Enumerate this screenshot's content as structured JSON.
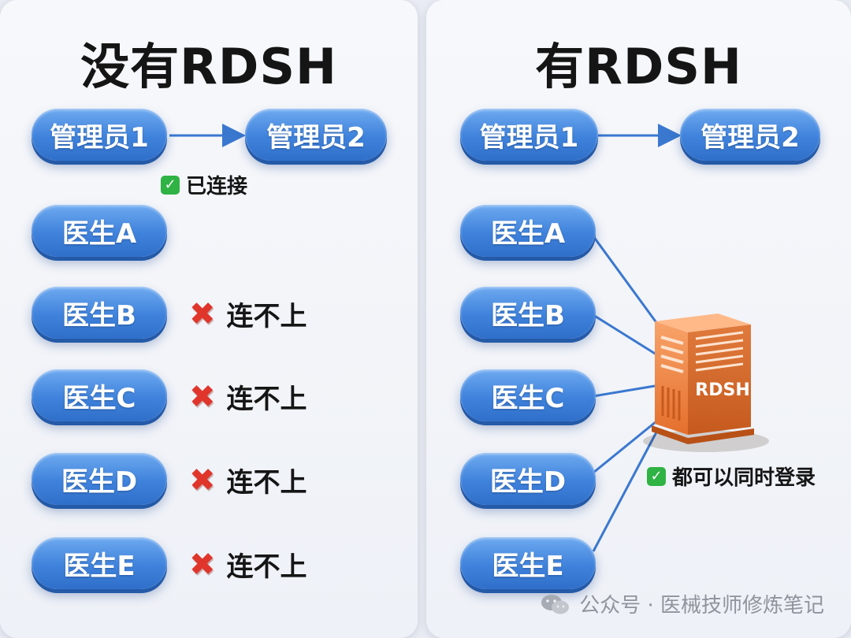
{
  "left": {
    "title": "没有RDSH",
    "admins": [
      "管理员1",
      "管理员2"
    ],
    "admin_status": "已连接",
    "doctors": [
      "医生A",
      "医生B",
      "医生C",
      "医生D",
      "医生E"
    ],
    "doctor_status": [
      "",
      "连不上",
      "连不上",
      "连不上",
      "连不上"
    ]
  },
  "right": {
    "title": "有RDSH",
    "admins": [
      "管理员1",
      "管理员2"
    ],
    "doctors": [
      "医生A",
      "医生B",
      "医生C",
      "医生D",
      "医生E"
    ],
    "server_label": "RDSH",
    "status": "都可以同时登录"
  },
  "watermark": "公众号 · 医械技师修炼笔记",
  "colors": {
    "pill": "#3f82dc",
    "server": "#f08a4b",
    "ok": "#2fb344",
    "fail": "#e0352b",
    "line": "#3a78d0"
  },
  "icons": {
    "ok": "check-icon",
    "fail": "cross-icon",
    "server": "server-icon",
    "watermark": "wechat-icon"
  }
}
